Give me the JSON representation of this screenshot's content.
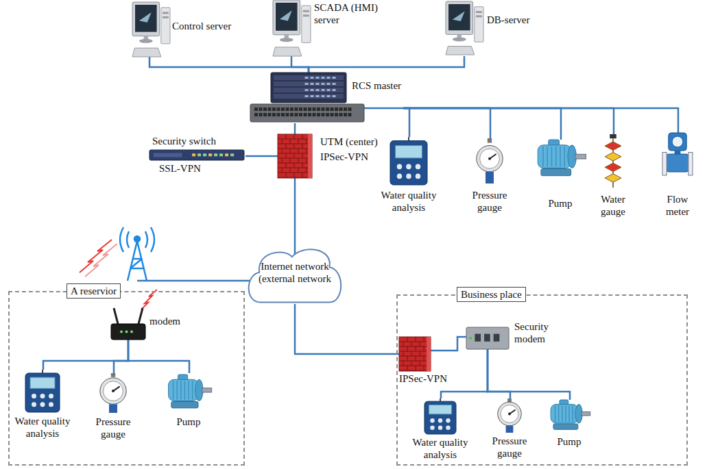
{
  "diagram": {
    "nodes": [
      {
        "text": [
          "Control server"
        ]
      },
      {
        "text": [
          "SCADA (HMI) server"
        ]
      },
      {
        "text": [
          "DB-server"
        ]
      },
      {
        "text": [
          "RCS master"
        ]
      },
      {
        "text": [
          "Security switch",
          "SSL-VPN"
        ]
      },
      {
        "text": [
          "UTM (center)",
          "IPSec-VPN"
        ]
      },
      {
        "text": [
          "Water quality analysis"
        ]
      },
      {
        "text": [
          "Pressure gauge"
        ]
      },
      {
        "text": [
          "Pump"
        ]
      },
      {
        "text": [
          "Water gauge"
        ]
      },
      {
        "text": [
          "Flow meter"
        ]
      },
      {
        "text": [
          "Internet network (external network"
        ]
      },
      {
        "text": [
          "A reservior"
        ]
      },
      {
        "text": [
          "modem"
        ],
        "in": 12
      },
      {
        "text": [
          "Water quality analysis"
        ],
        "in": 12
      },
      {
        "text": [
          "Pressure gauge"
        ],
        "in": 12
      },
      {
        "text": [
          "Pump"
        ],
        "in": 12
      },
      {
        "text": [
          "Business place"
        ]
      },
      {
        "text": [
          "IPSec-VPN"
        ],
        "in": 17
      },
      {
        "text": [
          "Security modem"
        ],
        "in": 17
      },
      {
        "text": [
          "Water quality analysis"
        ],
        "in": 17
      },
      {
        "text": [
          "Pressure gauge"
        ],
        "in": 17
      },
      {
        "text": [
          "Pump"
        ],
        "in": 17
      }
    ],
    "edges": [
      {
        "from": 0,
        "to": 3,
        "arrow": "none"
      },
      {
        "from": 1,
        "to": 3,
        "arrow": "none"
      },
      {
        "from": 2,
        "to": 3,
        "arrow": "none"
      },
      {
        "from": 3,
        "to": 6,
        "arrow": "none"
      },
      {
        "from": 3,
        "to": 7,
        "arrow": "none"
      },
      {
        "from": 3,
        "to": 8,
        "arrow": "none"
      },
      {
        "from": 3,
        "to": 9,
        "arrow": "none"
      },
      {
        "from": 3,
        "to": 10,
        "arrow": "none"
      },
      {
        "from": 3,
        "to": 5,
        "arrow": "none"
      },
      {
        "from": 4,
        "to": 5,
        "arrow": "none"
      },
      {
        "from": 5,
        "to": 11,
        "arrow": "none"
      },
      {
        "from": 13,
        "to": 14,
        "arrow": "none"
      },
      {
        "from": 13,
        "to": 15,
        "arrow": "none"
      },
      {
        "from": 13,
        "to": 16,
        "arrow": "none"
      },
      {
        "from": 11,
        "to": 18,
        "arrow": "none"
      },
      {
        "from": 18,
        "to": 19,
        "arrow": "none"
      },
      {
        "from": 19,
        "to": 20,
        "arrow": "none"
      },
      {
        "from": 19,
        "to": 21,
        "arrow": "none"
      },
      {
        "from": 19,
        "to": 22,
        "arrow": "none"
      }
    ]
  }
}
